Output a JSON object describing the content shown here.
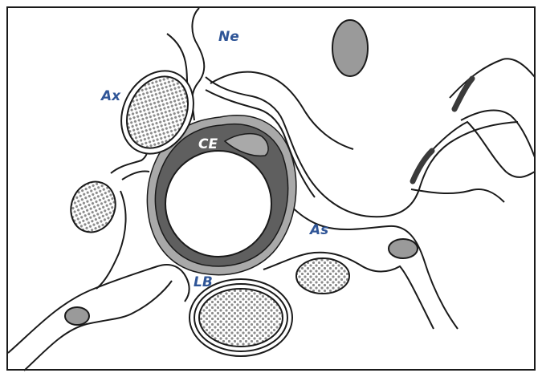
{
  "labels": {
    "ne": "Ne",
    "ax": "Ax",
    "ce": "CE",
    "as": "As",
    "lb": "LB"
  },
  "colors": {
    "label_blue": "#2f5597",
    "label_white": "#ffffff",
    "outline": "#1a1a1a",
    "basal_lamina": "#a9a9a9",
    "endothelium": "#5f5f5f",
    "nucleus": "#9a9a9a",
    "axon_dots": "#8c8c8c"
  },
  "icons": {
    "frame": "figure-frame",
    "vessel": "capillary-vessel-cross-section"
  }
}
